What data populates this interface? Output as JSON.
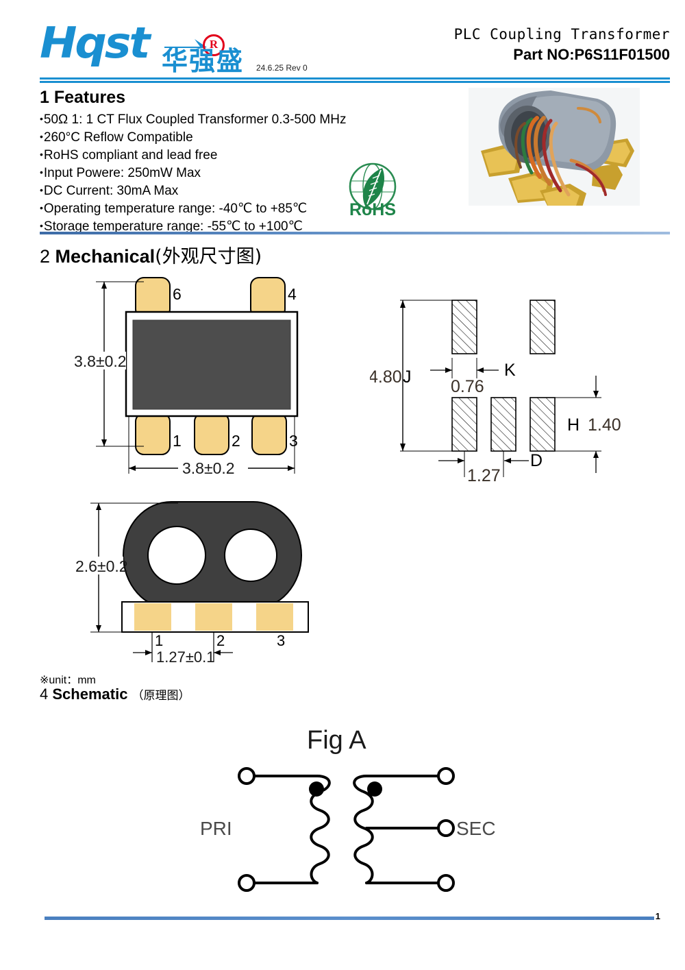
{
  "header": {
    "logo_latin": "Hqst",
    "logo_chinese": "华强盛",
    "logo_registered": "R",
    "revision": "24.6.25 Rev 0",
    "title_line1": "PLC Coupling Transformer",
    "title_line2": "Part NO:P6S11F01500"
  },
  "features": {
    "heading": "1 Features",
    "items": [
      "50Ω 1: 1 CT Flux Coupled Transformer 0.3-500 MHz",
      "260°C Reflow Compatible",
      "RoHS compliant and lead free",
      "Input Powere: 250mW Max",
      "DC Current: 30mA Max",
      "Operating temperature range: -40℃   to +85℃",
      "Storage temperature range: -55℃ to +100℃"
    ],
    "rohs_label": "RoHS"
  },
  "mechanical": {
    "heading_num": "2",
    "heading_en": "Mechanical",
    "heading_cn": "(外观尺寸图)",
    "top_view": {
      "height_dim": "3.8±0.2",
      "width_dim": "3.8±0.2",
      "pins_top": [
        "6",
        "4"
      ],
      "pins_bottom": [
        "1",
        "2",
        "3"
      ]
    },
    "pad_layout": {
      "j_value": "4.80",
      "j_label": "J",
      "k_label": "K",
      "k_value": "0.76",
      "d_label": "D",
      "d_value": "1.27",
      "h_label": "H",
      "h_value": "1.40"
    },
    "side_view": {
      "height_dim": "2.6±0.2",
      "pitch_dim": "1.27±0.1",
      "pins": [
        "1",
        "2",
        "3"
      ]
    },
    "unit_note": "※unit：mm"
  },
  "schematic": {
    "heading_num": "4",
    "heading_en": "Schematic",
    "heading_cn": "（原理图）",
    "fig_label": "Fig A",
    "primary_label": "PRI",
    "secondary_label": "SEC"
  },
  "footer": {
    "page_number": "1"
  },
  "colors": {
    "brand_blue": "#1a8fd1",
    "rule_blue": "#4a7fbf",
    "pad_gold": "#f5d489",
    "body_gray": "#4d4d4d",
    "rohs_green": "#1e8449",
    "registered_red": "#e2001a"
  }
}
